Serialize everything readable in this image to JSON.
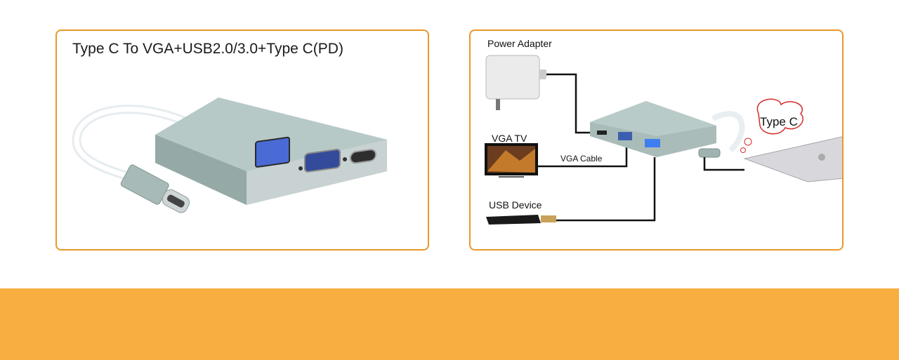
{
  "left_panel": {
    "title": "Type C To VGA+USB2.0/3.0+Type C(PD)"
  },
  "right_panel": {
    "labels": {
      "power_adapter": "Power Adapter",
      "vga_tv": "VGA TV",
      "vga_cable": "VGA Cable",
      "usb_device": "USB Device",
      "type_c": "Type C"
    }
  },
  "colors": {
    "frame": "#e8982c",
    "footer": "#f9ae42",
    "hub_body": "#9fb3b0",
    "cable": "#f2f6f8"
  }
}
